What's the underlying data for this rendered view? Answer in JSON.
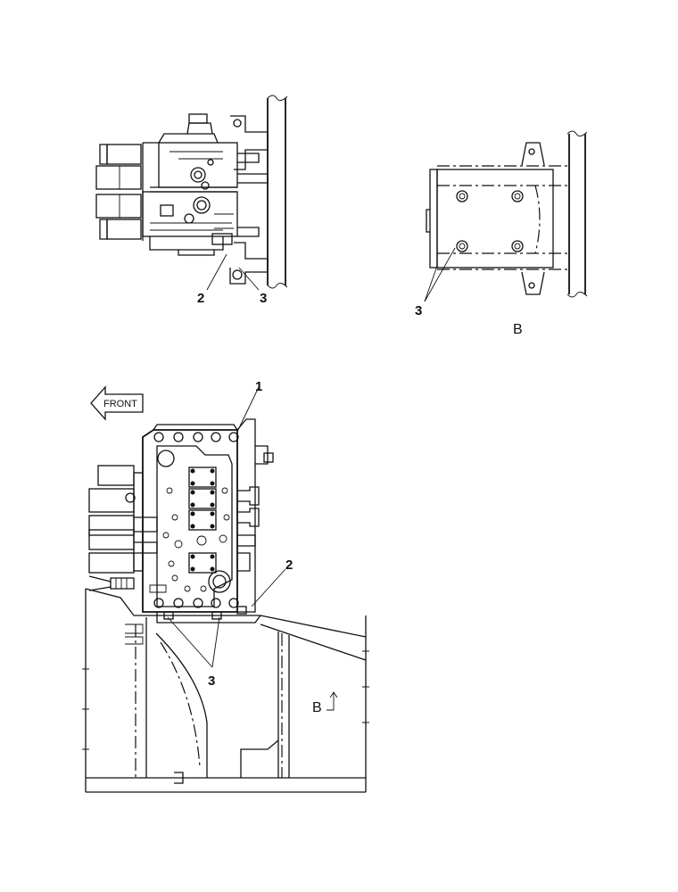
{
  "front_label": "FRONT",
  "view_label": "B",
  "section_marker": "B",
  "callouts": {
    "top_left_2": "2",
    "top_left_3": "3",
    "top_right_3": "3",
    "main_1": "1",
    "main_2": "2",
    "main_3": "3"
  }
}
